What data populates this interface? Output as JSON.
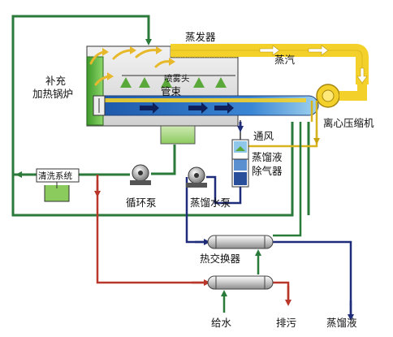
{
  "labels": {
    "evaporator": "蒸发器",
    "steam": "蒸汽",
    "spray_head": "喷雾头",
    "tube_bundle": "管束",
    "supplement_boiler": [
      "补充",
      "加热锅炉"
    ],
    "centrifugal_compressor": "离心压缩机",
    "ventilation": "通风",
    "deaerator": [
      "蒸馏液",
      "除气器"
    ],
    "cleaning_system": "清洗系统",
    "circulation_pump": "循环泵",
    "distillate_pump": "蒸馏水泵",
    "heat_exchanger": "热交换器",
    "feed_water": "给水",
    "blowdown": "排污",
    "distillate": "蒸馏液"
  },
  "colors": {
    "steam": "#f3d12a",
    "circulation": "#2a7a3a",
    "distillate": "#1e2c7a",
    "feed": "#b8362a",
    "tubes": "#2a63b8",
    "vessel": "#e6e6e6",
    "boiler": "#5cb83a",
    "mesh": "#f3d12a",
    "spray": "#5aa83a"
  }
}
